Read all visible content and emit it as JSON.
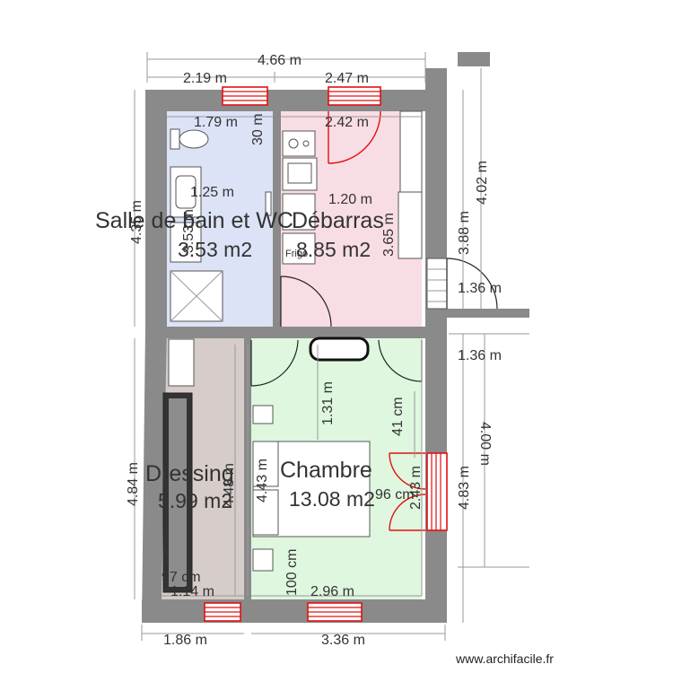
{
  "plan": {
    "rooms": [
      {
        "name": "Salle de bain et WC",
        "area": "3.53 m2",
        "color": "#dde3f7"
      },
      {
        "name": "Débarras",
        "area": "8.85 m2",
        "color": "#f9dde4"
      },
      {
        "name": "Dressing",
        "area": "5.99 m2",
        "color": "#d6ccc9"
      },
      {
        "name": "Chambre",
        "area": "13.08 m2",
        "color": "#def7de"
      }
    ],
    "dimensions": {
      "overall_width": "4.66 m",
      "top_left": "2.19 m",
      "top_right": "2.47 m",
      "bath_inner_width": "1.79 m",
      "bath_window": "30 m",
      "debarras_inner_width": "2.42 m",
      "bath_wall": "1.25 m",
      "debarras_depth": "1.20 m",
      "bath_height": "4.35 m",
      "bath_inner": "3.53 m",
      "debarras_inner_height": "3.65 m",
      "right_inner": "3.88 m",
      "right_outer": "4.02 m",
      "step_a": "1.36 m",
      "step_b": "1.36 m",
      "bed_clearance": "1.31 m",
      "wardrobe": "41 cm",
      "dressing_left": "4.84 m",
      "dressing_inner": "4.48 m",
      "chambre_inner_left": "4.43 m",
      "chambre_right": "2.43 m",
      "door_width": "96 cm",
      "right_total": "4.83 m",
      "right_side": "4.00 m",
      "dressing_cabinet": "97 cm",
      "dressing_bottom": "1.14 m",
      "bed_depth": "100 cm",
      "chambre_inner_width": "2.96 m",
      "bottom_left": "1.86 m",
      "bottom_right": "3.36 m"
    },
    "fixture_labels": {
      "fridge": "Frigo"
    },
    "credit": "www.archifacile.fr"
  }
}
